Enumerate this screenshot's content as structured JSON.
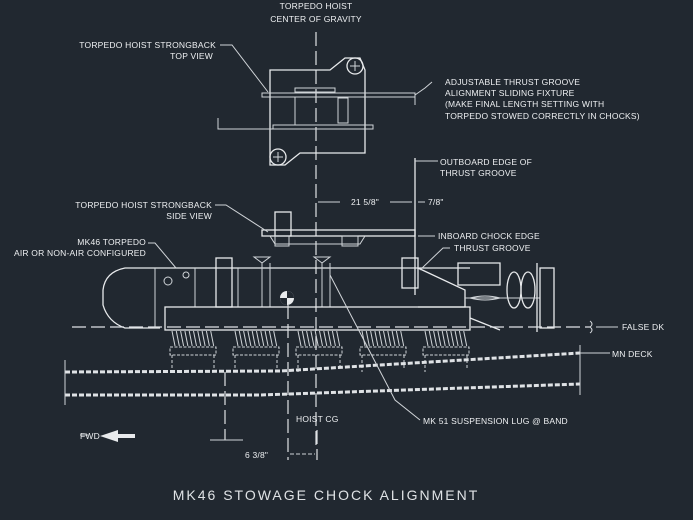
{
  "title": "MK46 STOWAGE CHOCK ALIGNMENT",
  "labels": {
    "hoist_cg_1": "TORPEDO HOIST",
    "hoist_cg_2": "CENTER OF GRAVITY",
    "top_view_1": "TORPEDO HOIST STRONGBACK",
    "top_view_2": "TOP VIEW",
    "fixture_1": "ADJUSTABLE THRUST GROOVE",
    "fixture_2": "ALIGNMENT SLIDING FIXTURE",
    "fixture_3": "(MAKE FINAL LENGTH SETTING WITH",
    "fixture_4": "TORPEDO STOWED CORRECTLY IN CHOCKS)",
    "outboard_1": "OUTBOARD EDGE OF",
    "outboard_2": "THRUST GROOVE",
    "side_view_1": "TORPEDO HOIST STRONGBACK",
    "side_view_2": "SIDE VIEW",
    "inboard": "INBOARD CHOCK EDGE",
    "thrust_groove": "THRUST GROOVE",
    "torpedo_1": "MK46 TORPEDO",
    "torpedo_2": "AIR OR NON-AIR CONFIGURED",
    "false_dk": "FALSE DK",
    "main_deck": "MN DECK",
    "hoist_cg_short": "HOIST CG",
    "lug": "MK 51 SUSPENSION LUG @ BAND",
    "fwd": "FWD"
  },
  "dimensions": {
    "d1": "21 5/8\"",
    "d2": "7/8\"",
    "d3": "6 3/8\""
  }
}
